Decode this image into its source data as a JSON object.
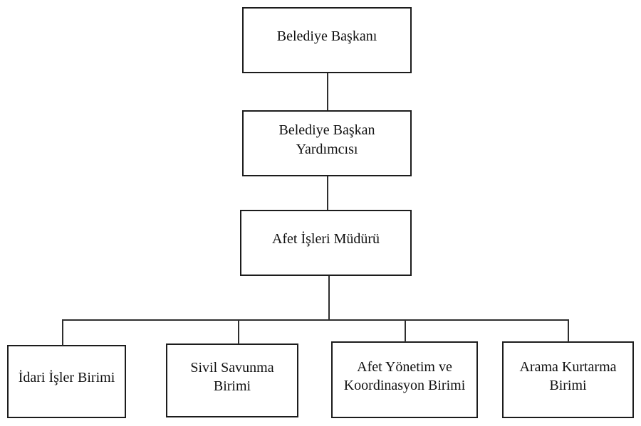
{
  "page": {
    "background_color": "#ffffff",
    "line_color": "#1c1c1c",
    "text_color": "#111111"
  },
  "org_chart": {
    "type": "org-tree",
    "title": "",
    "nodes": {
      "mayor": {
        "id": "mayor",
        "label": "Belediye Başkanı"
      },
      "deputy": {
        "id": "deputy",
        "label": "Belediye Başkan Yardımcısı"
      },
      "director": {
        "id": "director",
        "label": "Afet İşleri Müdürü"
      },
      "units": [
        {
          "id": "unit-0",
          "label": "İdari İşler Birimi"
        },
        {
          "id": "unit-1",
          "label": "Sivil Savunma Birimi"
        },
        {
          "id": "unit-2",
          "label": "Afet Yönetim ve Koordinasyon Birimi"
        },
        {
          "id": "unit-3",
          "label": "Arama Kurtarma Birimi"
        }
      ]
    },
    "edges": [
      {
        "from": "mayor",
        "to": "deputy"
      },
      {
        "from": "deputy",
        "to": "director"
      },
      {
        "from": "director",
        "to": "unit-0"
      },
      {
        "from": "director",
        "to": "unit-1"
      },
      {
        "from": "director",
        "to": "unit-2"
      },
      {
        "from": "director",
        "to": "unit-3"
      }
    ]
  }
}
